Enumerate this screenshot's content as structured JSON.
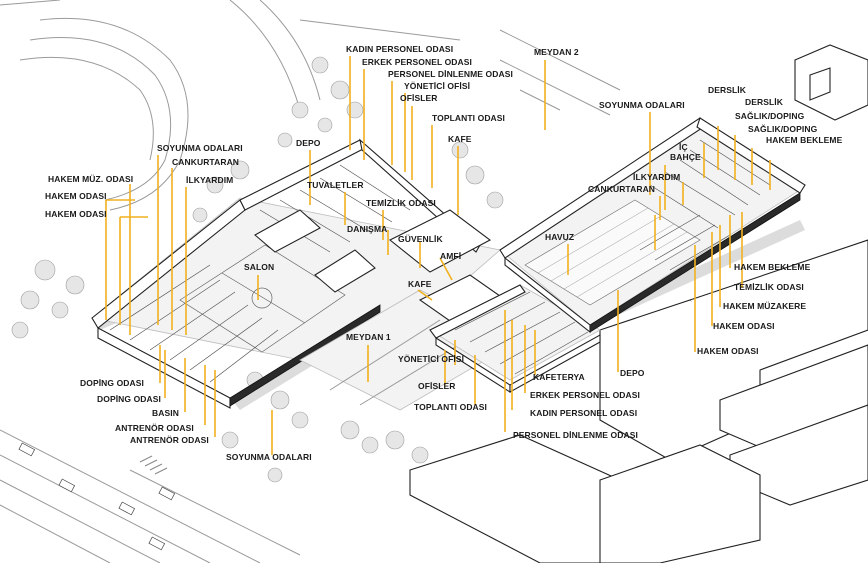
{
  "labels": [
    {
      "id": "kadin-personel-odasi-top",
      "text": "KADIN PERSONEL ODASI"
    },
    {
      "id": "erkek-personel-odasi-top",
      "text": "ERKEK PERSONEL ODASI"
    },
    {
      "id": "personel-dinlenme-odasi-top",
      "text": "PERSONEL DİNLENME ODASI"
    },
    {
      "id": "yonetici-ofisi-top",
      "text": "YÖNETİCİ OFİSİ"
    },
    {
      "id": "ofisler-top",
      "text": "OFİSLER"
    },
    {
      "id": "toplanti-odasi-top",
      "text": "TOPLANTI ODASI"
    },
    {
      "id": "kafe-top",
      "text": "KAFE"
    },
    {
      "id": "meydan-2",
      "text": "MEYDAN 2"
    },
    {
      "id": "depo-left",
      "text": "DEPO"
    },
    {
      "id": "tuvaletler",
      "text": "TUVALETLER"
    },
    {
      "id": "temizlik-odasi-center",
      "text": "TEMİZLİK ODASI"
    },
    {
      "id": "danisma",
      "text": "DANIŞMA"
    },
    {
      "id": "guvenlik",
      "text": "GÜVENLİK"
    },
    {
      "id": "amfi",
      "text": "AMFİ"
    },
    {
      "id": "kafe-center",
      "text": "KAFE"
    },
    {
      "id": "soyunma-odalari-left",
      "text": "SOYUNMA ODALARI"
    },
    {
      "id": "cankurtaran-left",
      "text": "CANKURTARAN"
    },
    {
      "id": "ilkyardim-left",
      "text": "İLKYARDIM"
    },
    {
      "id": "hakem-muz-odasi",
      "text": "HAKEM MÜZ. ODASI"
    },
    {
      "id": "hakem-odasi-left-1",
      "text": "HAKEM ODASI"
    },
    {
      "id": "hakem-odasi-left-2",
      "text": "HAKEM ODASI"
    },
    {
      "id": "salon",
      "text": "SALON"
    },
    {
      "id": "meydan-1",
      "text": "MEYDAN 1"
    },
    {
      "id": "yonetici-ofisi-bottom",
      "text": "YÖNETİCİ OFİSİ"
    },
    {
      "id": "ofisler-bottom",
      "text": "OFİSLER"
    },
    {
      "id": "toplanti-odasi-bottom",
      "text": "TOPLANTI ODASI"
    },
    {
      "id": "kafeterya",
      "text": "KAFETERYA"
    },
    {
      "id": "erkek-personel-odasi-bottom",
      "text": "ERKEK PERSONEL ODASI"
    },
    {
      "id": "kadin-personel-odasi-bottom",
      "text": "KADIN PERSONEL ODASI"
    },
    {
      "id": "personel-dinlenme-odasi-bottom",
      "text": "PERSONEL DİNLENME ODASI"
    },
    {
      "id": "depo-right",
      "text": "DEPO"
    },
    {
      "id": "doping-odasi-1",
      "text": "DOPİNG ODASI"
    },
    {
      "id": "doping-odasi-2",
      "text": "DOPİNG ODASI"
    },
    {
      "id": "basin",
      "text": "BASIN"
    },
    {
      "id": "antrenor-odasi-1",
      "text": "ANTRENÖR ODASI"
    },
    {
      "id": "antrenor-odasi-2",
      "text": "ANTRENÖR ODASI"
    },
    {
      "id": "soyunma-odalari-bottom",
      "text": "SOYUNMA ODALARI"
    },
    {
      "id": "soyunma-odalari-right",
      "text": "SOYUNMA ODALARI"
    },
    {
      "id": "derslik-1",
      "text": "DERSLİK"
    },
    {
      "id": "derslik-2",
      "text": "DERSLİK"
    },
    {
      "id": "saglik-doping-1",
      "text": "SAĞLIK/DOPING"
    },
    {
      "id": "saglik-doping-2",
      "text": "SAĞLIK/DOPING"
    },
    {
      "id": "hakem-bekleme-top",
      "text": "HAKEM BEKLEME"
    },
    {
      "id": "ic-bahce",
      "text": "İÇ BAHÇE"
    },
    {
      "id": "ilkyardim-right",
      "text": "İLKYARDIM"
    },
    {
      "id": "cankurtaran-right",
      "text": "CANKURTARAN"
    },
    {
      "id": "havuz",
      "text": "HAVUZ"
    },
    {
      "id": "hakem-bekleme-right",
      "text": "HAKEM BEKLEME"
    },
    {
      "id": "temizlik-odasi-right",
      "text": "TEMİZLİK ODASI"
    },
    {
      "id": "hakem-muzakere",
      "text": "HAKEM MÜZAKERE"
    },
    {
      "id": "hakem-odasi-right-1",
      "text": "HAKEM ODASI"
    },
    {
      "id": "hakem-odasi-right-2",
      "text": "HAKEM ODASI"
    }
  ],
  "colors": {
    "leader": "#f2b01e",
    "label": "#1a1a1a"
  }
}
